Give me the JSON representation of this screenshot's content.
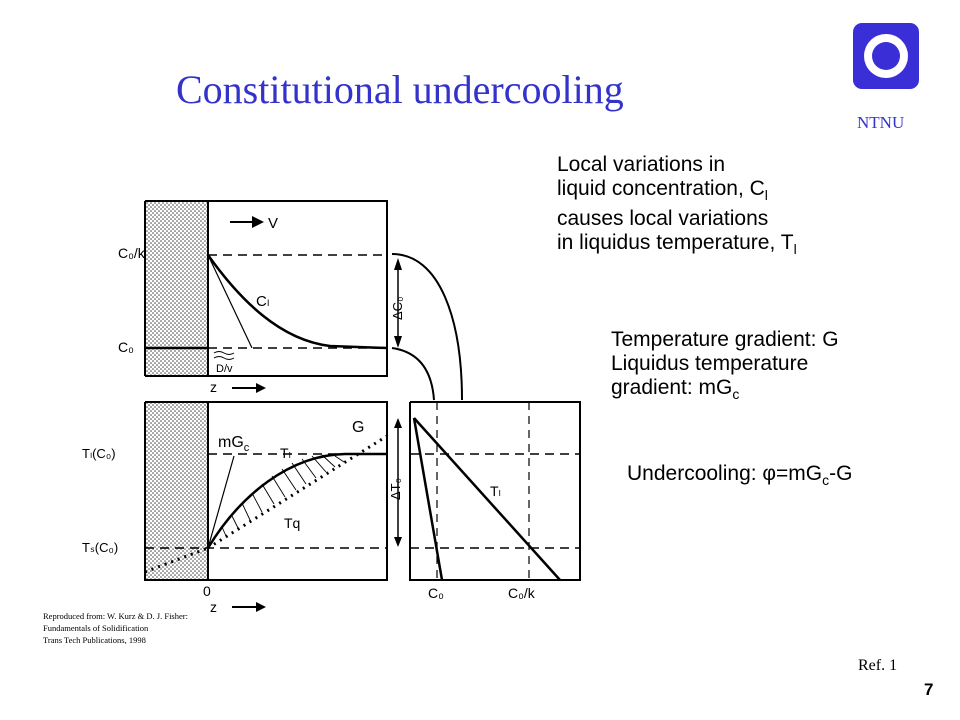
{
  "slide": {
    "title": "Constitutional undercooling",
    "logo_label": "NTNU",
    "brand_color": "#3333cc",
    "page_number": "7",
    "ref": "Ref. 1"
  },
  "text_blocks": {
    "local_variations": {
      "line1": "Local variations in",
      "line2_a": "liquid concentration, C",
      "line2_sub": "l",
      "line3": "causes local variations",
      "line4_a": "in liquidus temperature, T",
      "line4_sub": "l"
    },
    "gradient": {
      "line1": "Temperature gradient: G",
      "line2": "Liquidus temperature",
      "line3_a": "gradient: mG",
      "line3_sub": "c"
    },
    "undercooling": {
      "a": "Undercooling: φ=mG",
      "sub": "c",
      "b": "-G"
    }
  },
  "credit": {
    "line1": "Reproduced from: W. Kurz & D. J. Fisher:",
    "line2": "Fundamentals of Solidification",
    "line3": "Trans Tech Publications, 1998"
  },
  "figure": {
    "top": {
      "y_label_top": "C₀/k",
      "y_label_bottom": "C₀",
      "velocity": "V",
      "curve": "Cₗ",
      "diffusion": "D/v",
      "x_axis": "z"
    },
    "bottom": {
      "y_label_top": "Tₗ(C₀)",
      "y_label_bottom": "Tₛ(C₀)",
      "x_origin": "0",
      "x_axis": "z",
      "liquidus": "Tₗ",
      "actual": "Tq",
      "mg_a": "mG",
      "mg_sub": "c",
      "g": "G"
    },
    "right": {
      "delta_c": "ΔC₀",
      "delta_t": "ΔT₀",
      "liquidus": "Tₗ",
      "x_c0": "C₀",
      "x_c0k": "C₀/k"
    }
  }
}
